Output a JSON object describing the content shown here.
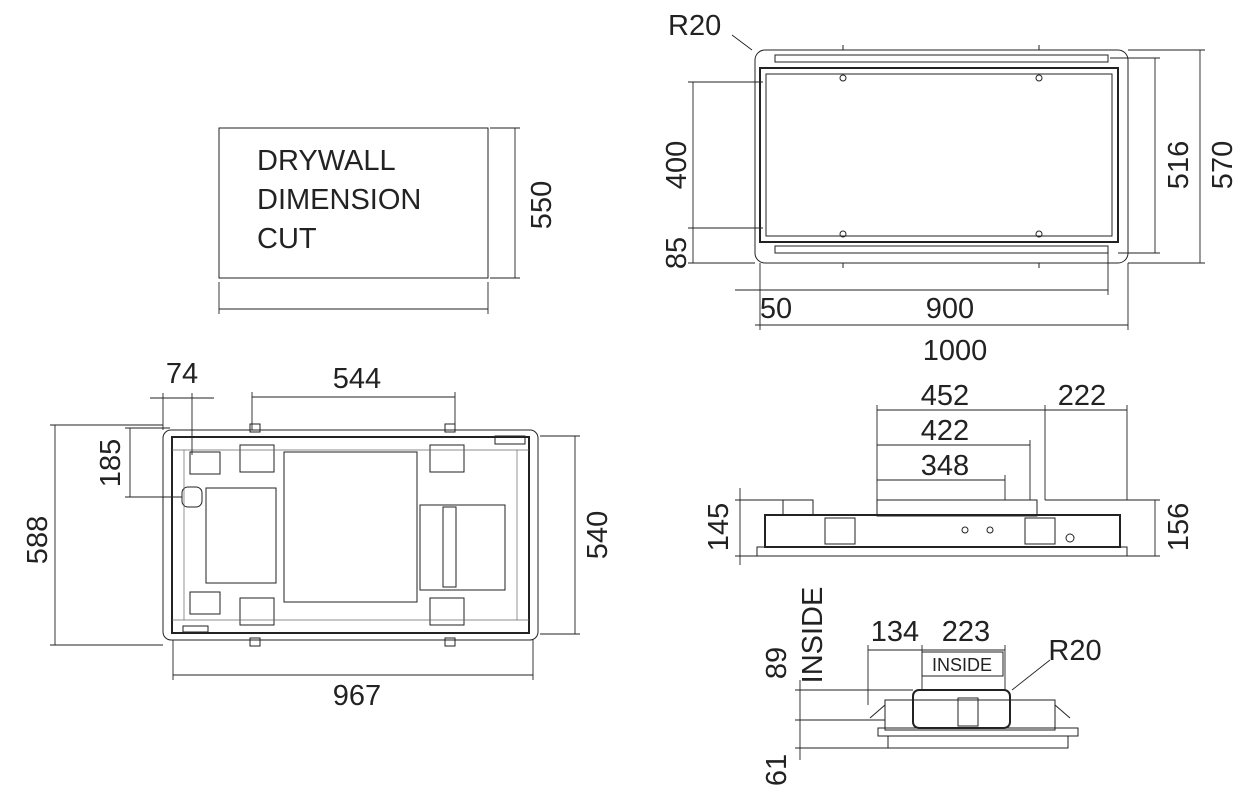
{
  "drywall": {
    "line1": "DRYWALL",
    "line2": "DIMENSION",
    "line3": "CUT",
    "height": "550"
  },
  "front_view": {
    "radius": "R20",
    "inner_height": "400",
    "bottom_offset": "85",
    "frame_height": "516",
    "total_height": "570",
    "side_offset": "50",
    "inner_width": "900",
    "total_width": "1000"
  },
  "plan_view": {
    "offset_x": "74",
    "bracket_spacing": "544",
    "offset_y": "185",
    "total_depth": "588",
    "inner_depth": "540",
    "total_width": "967"
  },
  "side_view": {
    "dim_a": "452",
    "dim_b": "222",
    "dim_c": "422",
    "dim_d": "348",
    "height_left": "145",
    "height_right": "156"
  },
  "section_view": {
    "inside_vertical": "INSIDE",
    "depth_inside": "89",
    "width_a": "134",
    "width_b": "223",
    "inside_label": "INSIDE",
    "radius": "R20",
    "frame_depth": "61"
  }
}
